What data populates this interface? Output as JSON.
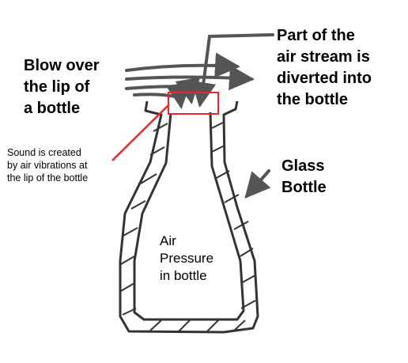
{
  "labels": {
    "blow_over": [
      "Blow over",
      "the lip of",
      "a bottle"
    ],
    "diverted": [
      "Part of the",
      "air stream is",
      "diverted into",
      "the bottle"
    ],
    "sound_created": [
      "Sound is created",
      "by air vibrations at",
      "the lip of the bottle"
    ],
    "glass_bottle": [
      "Glass",
      "Bottle"
    ],
    "air_pressure": [
      "Air",
      "Pressure",
      "in bottle"
    ]
  },
  "colors": {
    "ink": "#000000",
    "arrow_gray": "#555555",
    "highlight": "#e8262c"
  }
}
